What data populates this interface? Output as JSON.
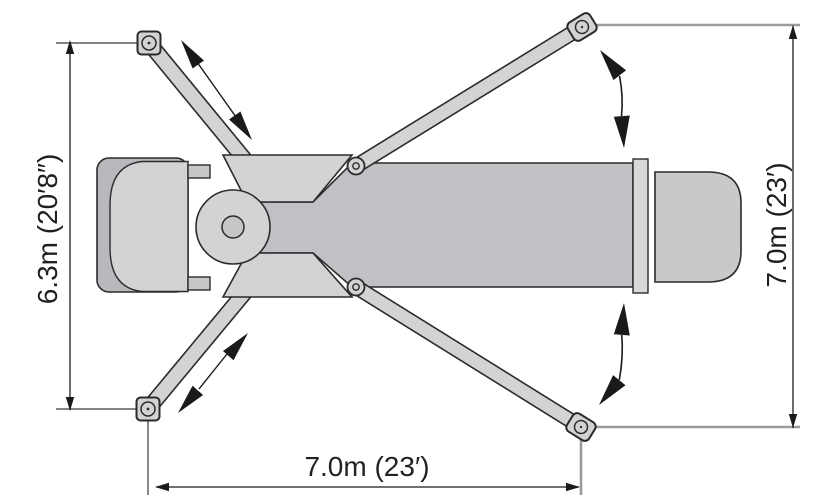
{
  "diagram": {
    "type": "top-view-outrigger-footprint",
    "labels": {
      "left": "6.3m (20′8″)",
      "bottom": "7.0m (23′)",
      "right": "7.0m (23′)"
    },
    "colors": {
      "machine_light": "#d3d3d6",
      "machine_mid": "#c1c1c5",
      "cab_shade": "#b9b9bd",
      "flange": "#d8d8db",
      "rear_block": "#c9c9cc",
      "outline": "#2b2b2b",
      "dimension_line": "#1c1c1c",
      "extension_line_gray": "#9b9b9b",
      "extension_line_dark": "#3a3a3a",
      "arrow": "#1a1a1a",
      "text": "#231f20",
      "background": "#ffffff"
    }
  }
}
